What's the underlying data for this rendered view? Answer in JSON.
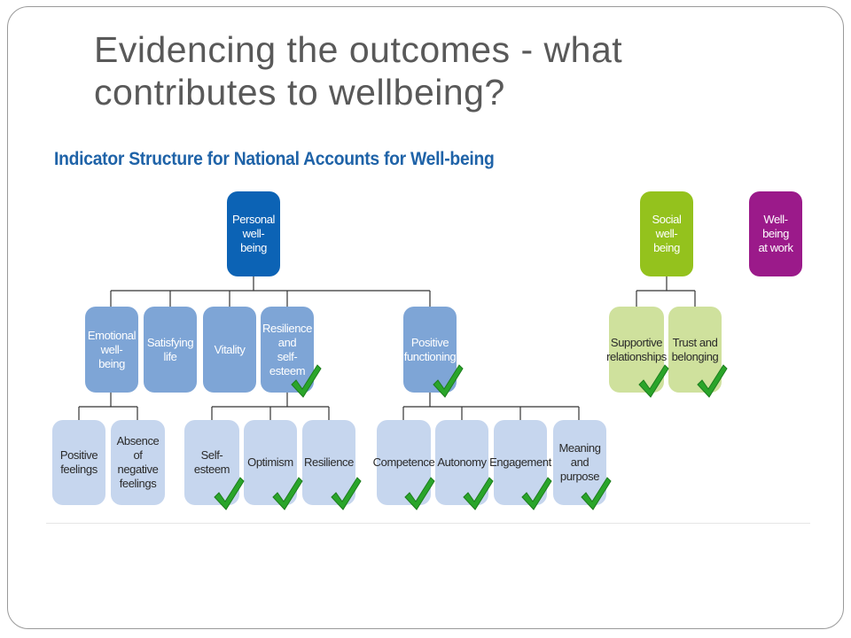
{
  "slide": {
    "title": "Evidencing the outcomes - what contributes to wellbeing?",
    "subtitle": "Indicator Structure for National Accounts for Well-being"
  },
  "colors": {
    "personal": "#0c63b5",
    "personal_mid": "#7ea5d6",
    "personal_light": "#c6d6ee",
    "social": "#94c21d",
    "social_light": "#cfe19d",
    "work": "#9b1a8a",
    "check": "#2aa52a",
    "subtitle": "#1f63a8"
  },
  "nodes": {
    "personal": "Personal\nwell-being",
    "social": "Social\nwell-being",
    "work": "Well-being\nat work",
    "emotional": "Emotional\nwell-being",
    "satisfying": "Satisfying\nlife",
    "vitality": "Vitality",
    "resilience_esteem": "Resilience\nand\nself-esteem",
    "positive_functioning": "Positive\nfunctioning",
    "supportive": "Supportive\nrelationships",
    "trust": "Trust and\nbelonging",
    "positive_feelings": "Positive\nfeelings",
    "absence_negative": "Absence of\nnegative\nfeelings",
    "self_esteem": "Self-esteem",
    "optimism": "Optimism",
    "resilience": "Resilience",
    "competence": "Competence",
    "autonomy": "Autonomy",
    "engagement": "Engagement",
    "meaning": "Meaning\nand\npurpose"
  },
  "checkmark_icon": "check-mark-icon"
}
